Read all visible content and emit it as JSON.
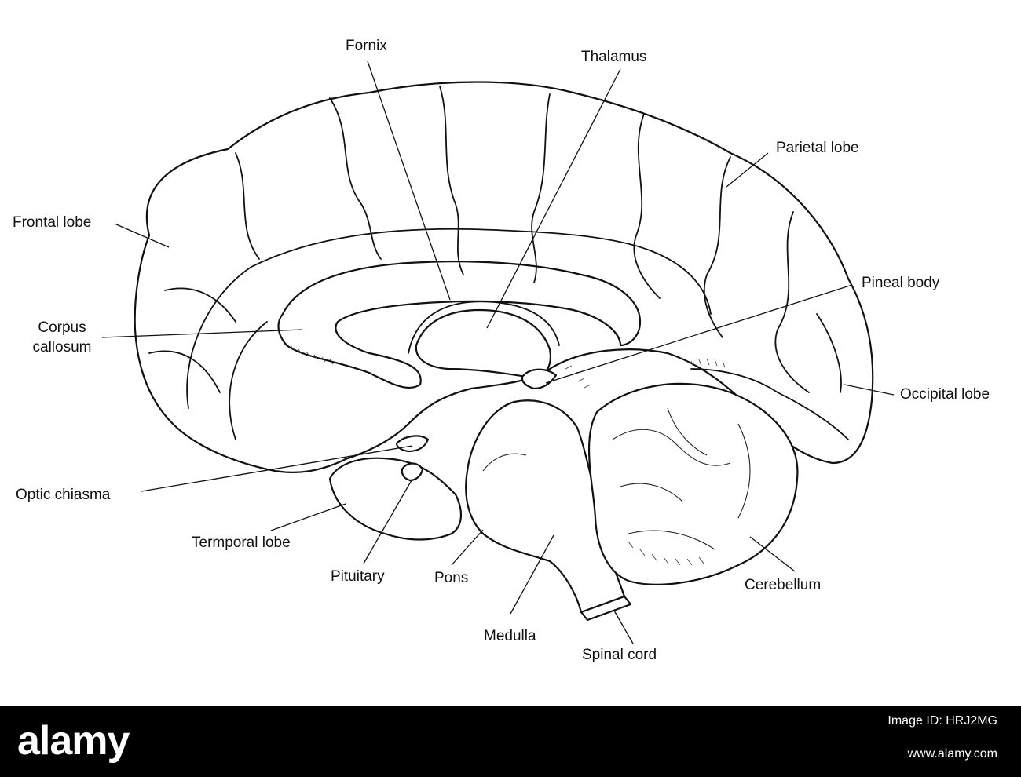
{
  "labels": {
    "fornix": "Fornix",
    "thalamus": "Thalamus",
    "parietal_lobe": "Parietal lobe",
    "frontal_lobe": "Frontal lobe",
    "pineal_body": "Pineal body",
    "corpus_callosum_line1": "Corpus",
    "corpus_callosum_line2": "callosum",
    "occipital_lobe": "Occipital lobe",
    "optic_chiasma": "Optic chiasma",
    "temporal_lobe": "Termporal lobe",
    "pituitary": "Pituitary",
    "pons": "Pons",
    "cerebellum": "Cerebellum",
    "medulla": "Medulla",
    "spinal_cord": "Spinal cord"
  },
  "footer": {
    "logo": "alamy",
    "image_id": "Image ID: HRJ2MG",
    "site": "www.alamy.com"
  },
  "colors": {
    "footer_background": "#000000",
    "footer_text": "#ffffff",
    "line_art": "#111111"
  }
}
